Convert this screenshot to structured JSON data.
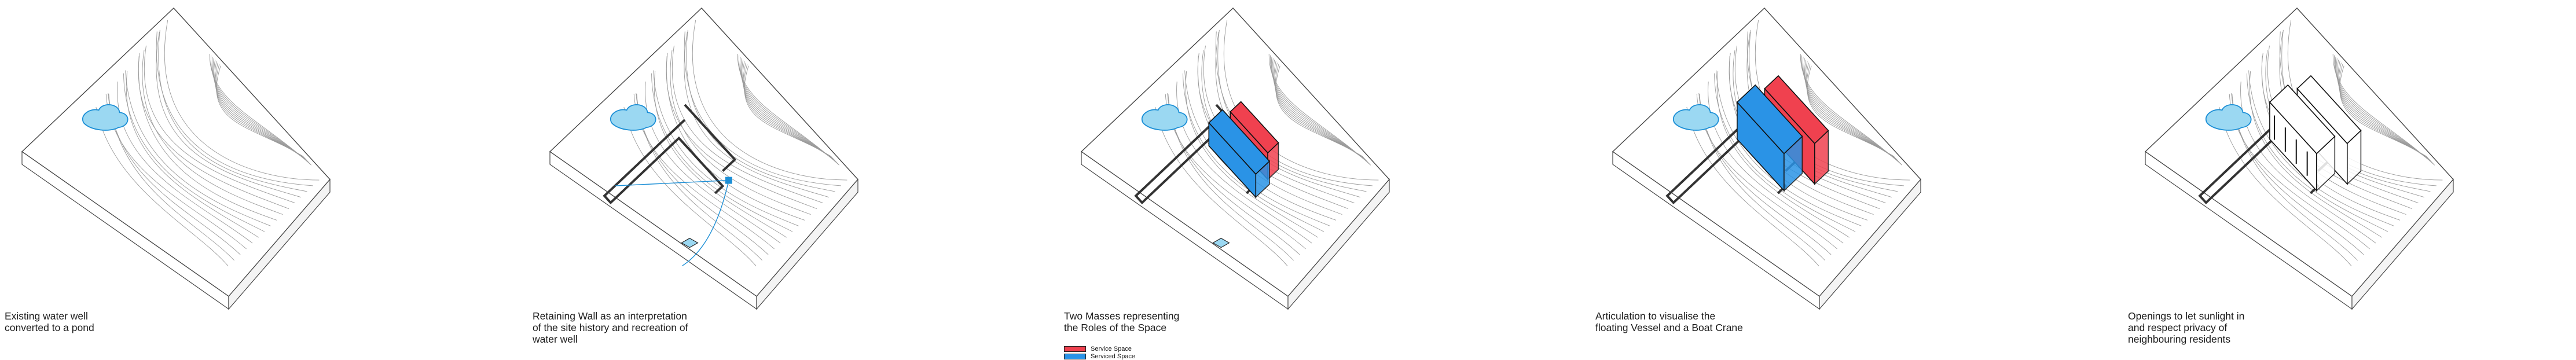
{
  "panels": [
    {
      "caption": [
        "Existing water well",
        "converted to a pond"
      ]
    },
    {
      "caption": [
        "Retaining Wall as an interpretation",
        "of the site history and recreation of",
        "water well"
      ]
    },
    {
      "caption": [
        "Two Masses representing",
        "the Roles of the Space"
      ]
    },
    {
      "caption": [
        "Articulation to visualise the",
        "floating Vessel and a Boat Crane"
      ]
    },
    {
      "caption": [
        "Openings to let sunlight in",
        "and respect privacy of",
        "neighbouring residents"
      ]
    }
  ],
  "legend": {
    "items": [
      {
        "label": "Service Space",
        "color": "#f0414f"
      },
      {
        "label": "Serviced Space",
        "color": "#2a93e6"
      }
    ]
  },
  "colors": {
    "water": "#9bd8f2",
    "water_stroke": "#1c8fd6",
    "service": "#f0414f",
    "serviced": "#2a93e6",
    "contour": "#9a9a9a"
  }
}
